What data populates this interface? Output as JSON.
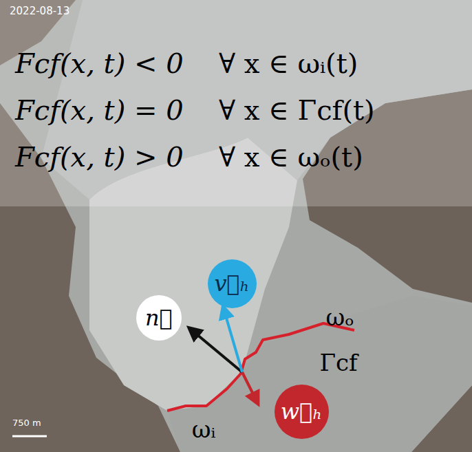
{
  "diagram": {
    "nodes": [
      {
        "text": [
          "v⃗ₕ"
        ]
      },
      {
        "text": [
          "n⃗"
        ]
      },
      {
        "text": [
          "w⃗ₕ"
        ]
      }
    ],
    "labels": [
      "2022-08-13",
      "Fcf(x, t) < 0",
      "∀ x ∈ ωᵢ(t)",
      "Fcf(x, t) = 0",
      "∀ x ∈ Γcf(t)",
      "Fcf(x, t) > 0",
      "∀ x ∈ ωₒ(t)",
      "ωₒ",
      "Γcf",
      "ωᵢ",
      "750 m"
    ]
  }
}
